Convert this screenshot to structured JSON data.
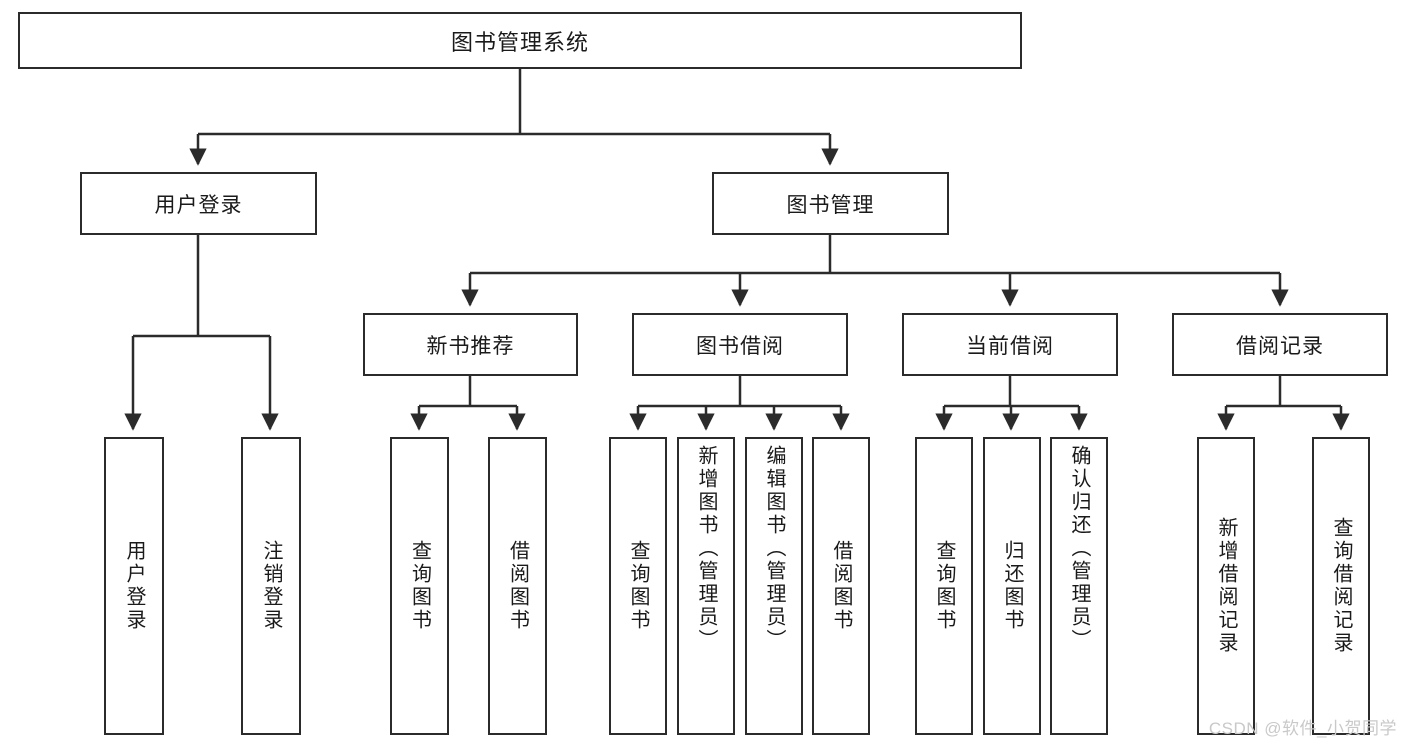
{
  "diagram": {
    "type": "tree",
    "title": "图书管理系统",
    "orientation": "top-down",
    "colors": {
      "box_border": "#2b2b2b",
      "box_fill": "#ffffff",
      "edge": "#2b2b2b",
      "text": "#1a1a1a",
      "watermark": "#c9c9c9",
      "background": "#ffffff"
    }
  },
  "root": {
    "label": "图书管理系统"
  },
  "level1": [
    {
      "label": "用户登录"
    },
    {
      "label": "图书管理"
    }
  ],
  "level2": [
    {
      "label": "新书推荐"
    },
    {
      "label": "图书借阅"
    },
    {
      "label": "当前借阅"
    },
    {
      "label": "借阅记录"
    }
  ],
  "leaves": {
    "user_login": [
      {
        "label": "用户登录"
      },
      {
        "label": "注销登录"
      }
    ],
    "new_book_recommend": [
      {
        "label": "查询图书"
      },
      {
        "label": "借阅图书"
      }
    ],
    "book_borrow": [
      {
        "label": "查询图书"
      },
      {
        "label": "新增图书（管理员）"
      },
      {
        "label": "编辑图书（管理员）"
      },
      {
        "label": "借阅图书"
      }
    ],
    "current_borrow": [
      {
        "label": "查询图书"
      },
      {
        "label": "归还图书"
      },
      {
        "label": "确认归还（管理员）"
      }
    ],
    "borrow_record": [
      {
        "label": "新增借阅记录"
      },
      {
        "label": "查询借阅记录"
      }
    ]
  },
  "watermark": {
    "text": "CSDN @软件_小贺同学"
  }
}
